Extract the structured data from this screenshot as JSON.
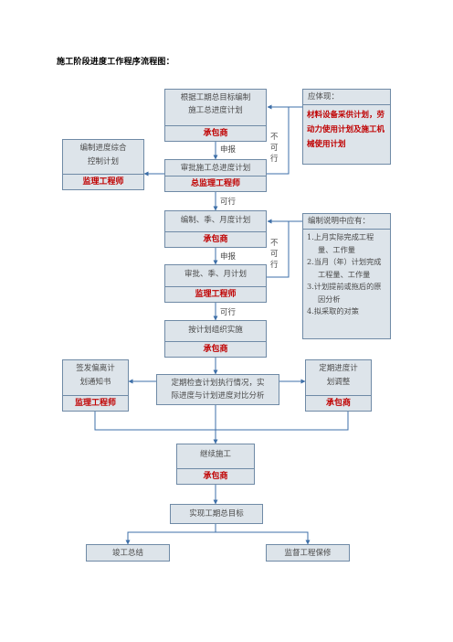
{
  "title": "施工阶段进度工作程序流程图：",
  "boxes": {
    "b1": {
      "line1": "根据工期总目标编制",
      "line2": "施工总进度计划",
      "role": "承包商"
    },
    "b2": {
      "text": "审批施工总进度计划",
      "role": "总监理工程师"
    },
    "b3": {
      "text": "编制、季、月度计划",
      "role": "承包商"
    },
    "b4": {
      "text": "审批、季、月计划",
      "role": "监理工程师"
    },
    "b5": {
      "text": "按计划组织实施",
      "role": "承包商"
    },
    "b6": {
      "line1": "定期检查计划执行情况，实",
      "line2": "际进度与计划进度对比分析"
    },
    "b7": {
      "text": "继续施工",
      "role": "承包商"
    },
    "b8": {
      "text": "实现工期总目标"
    },
    "left1": {
      "line1": "编制进度综合",
      "line2": "控制计划",
      "role": "监理工程师"
    },
    "left2": {
      "line1": "签发偏离计",
      "line2": "划通知书",
      "role": "监理工程师"
    },
    "right2": {
      "line1": "定期进度计",
      "line2": "划调整",
      "role": "承包商"
    },
    "end1": {
      "text": "竣工总结"
    },
    "end2": {
      "text": "监督工程保修"
    }
  },
  "notes": {
    "n1": {
      "title": "应体现：",
      "body": "材料设备采供计划，劳动力使用计划及施工机械使用计划"
    },
    "n2": {
      "title": "编制说明中应有：",
      "items": [
        "1.上月实际完成工程量、工作量",
        "2.当月（年）计划完成工程量、工作量",
        "3.计划提前或拖后的原因分析",
        "4.拟采取的对策"
      ]
    }
  },
  "labels": {
    "report1": "申报",
    "report2": "申报",
    "ok1": "可行",
    "ok2": "可行",
    "notok1": "不可行",
    "notok2": "不可行"
  }
}
